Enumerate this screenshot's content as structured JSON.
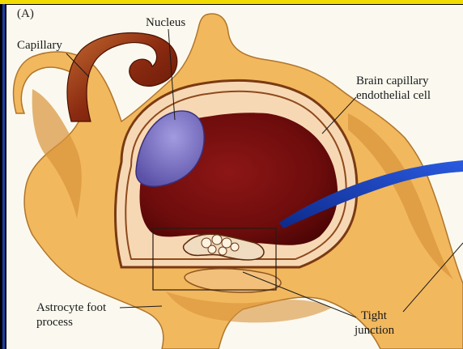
{
  "figure": {
    "panel_label": "(A)",
    "labels": {
      "nucleus": "Nucleus",
      "capillary": "Capillary",
      "brain_capillary_line1": "Brain capillary",
      "brain_capillary_line2": "endothelial cell",
      "astrocyte_line1": "Astrocyte foot",
      "astrocyte_line2": "process",
      "tight_line1": "Tight",
      "tight_line2": "junction"
    },
    "colors": {
      "frame": "#000000",
      "top_bar": "#f2dc00",
      "blue_bar": "#1c3fa6",
      "paper": "#fbf9ef",
      "astrocyte": "#f2b85e",
      "astrocyte_dark": "#d8933a",
      "lumen": "#7a1010",
      "endothelium": "#f7d8b5",
      "nucleus": "#7f77c8",
      "arrow": "#1742c9"
    }
  }
}
